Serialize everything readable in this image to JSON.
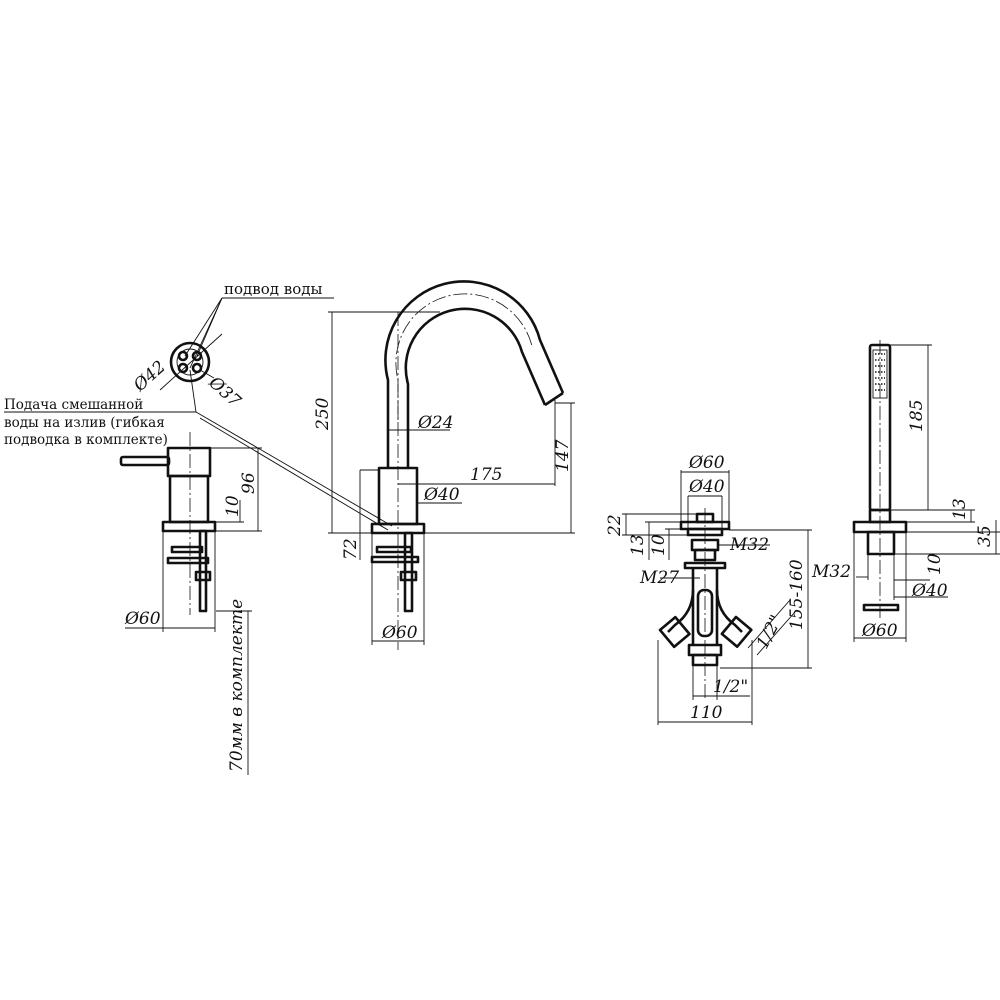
{
  "notes": {
    "water_supply": "подвод воды",
    "mixed_water_line1": "Подача смешанной",
    "mixed_water_line2": "воды на излив (гибкая",
    "mixed_water_line3": "подводка в комплекте)",
    "length_included": "70мм в комплекте"
  },
  "mixer_view": {
    "top_d1": "Ø42",
    "top_d2": "Ø37",
    "height": "96",
    "base_h": "10",
    "base_d": "Ø60"
  },
  "spout_view": {
    "height": "250",
    "pipe_d": "Ø24",
    "reach": "175",
    "outlet_h": "147",
    "body_d": "Ø40",
    "below_h": "72",
    "base_d": "Ø60"
  },
  "diverter_view": {
    "top_d": "Ø60",
    "body_d": "Ø40",
    "h22": "22",
    "h13": "13",
    "h10": "10",
    "thread_top": "M32",
    "thread_nut": "M27",
    "range": "155-160",
    "side_thread": "1/2\"",
    "bottom_thread": "1/2\"",
    "width": "110"
  },
  "shower_view": {
    "handle_h": "185",
    "h13": "13",
    "h35": "35",
    "thread": "M32",
    "h10": "10",
    "body_d": "Ø40",
    "base_d": "Ø60"
  }
}
